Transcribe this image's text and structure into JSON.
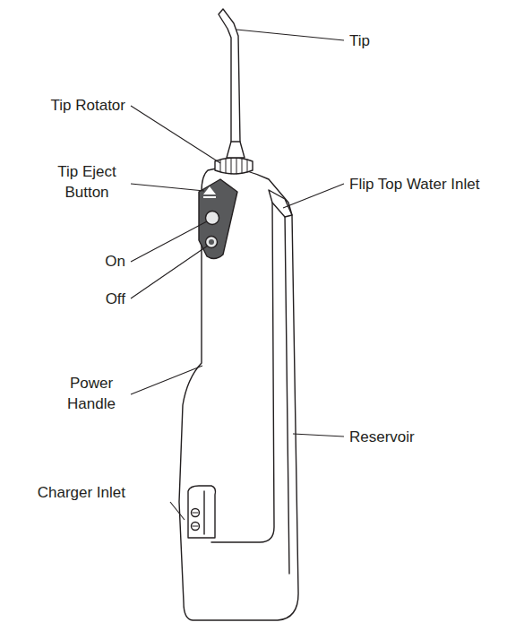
{
  "diagram": {
    "labels": [
      "Tip",
      "Tip Rotator",
      "Tip Eject Button",
      "On",
      "Off",
      "Power Handle",
      "Flip Top Water Inlet",
      "Reservoir",
      "Charger Inlet"
    ]
  }
}
